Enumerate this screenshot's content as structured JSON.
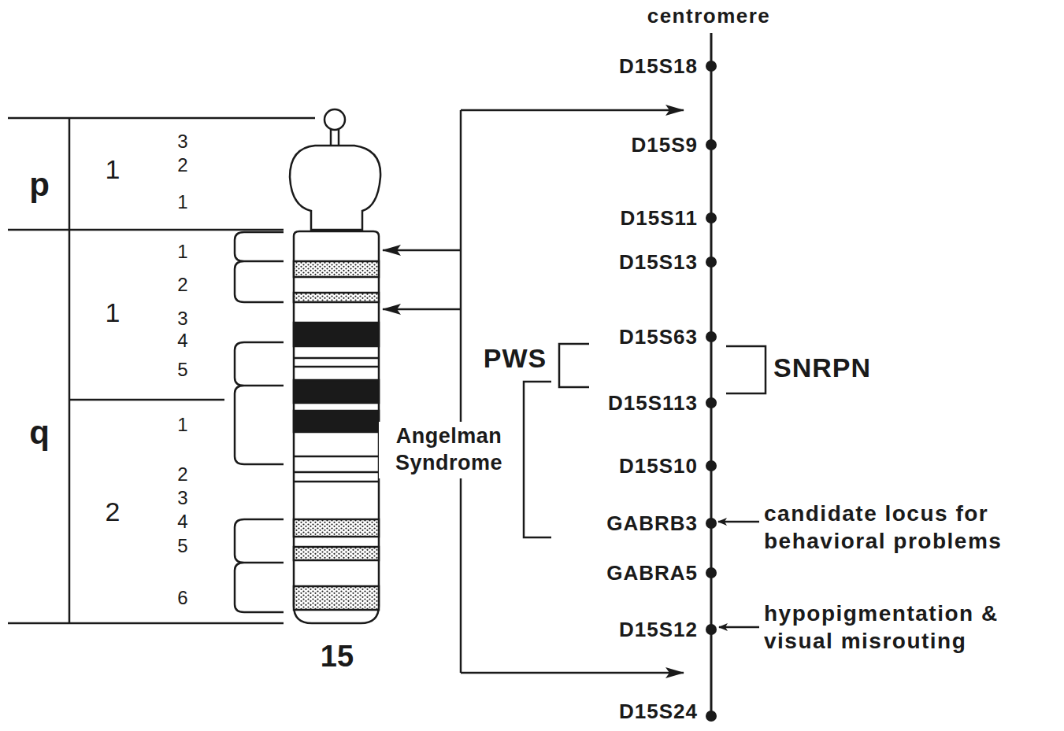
{
  "diagram": {
    "labels": [
      "centromere",
      "D15S18",
      "p",
      "1",
      "3",
      "2",
      "1",
      "q",
      "1",
      "1",
      "2",
      "3",
      "4",
      "5",
      "2",
      "1",
      "2",
      "3",
      "4",
      "5",
      "6",
      "15",
      "D15S9",
      "D15S11",
      "D15S13",
      "D15S63",
      "PWS",
      "SNRPN",
      "D15S113",
      "Angelman Syndrome",
      "D15S10",
      "GABRB3",
      "candidate locus for behavioral problems",
      "GABRA5",
      "D15S12",
      "hypopigmentation & visual misrouting",
      "D15S24"
    ]
  }
}
